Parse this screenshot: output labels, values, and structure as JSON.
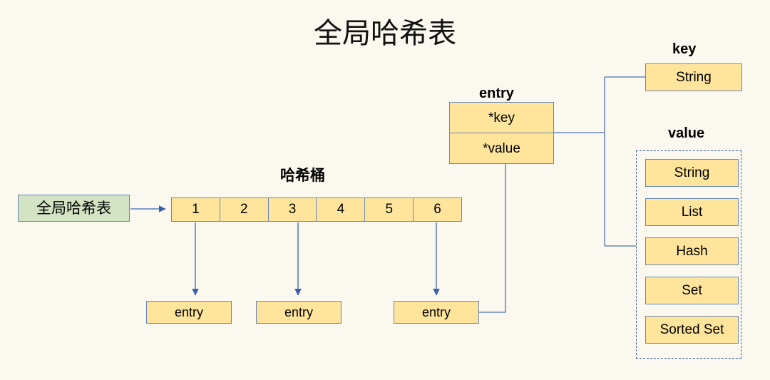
{
  "page": {
    "title": "全局哈希表",
    "background_color": "#FBF9EF"
  },
  "colors": {
    "box_fill": "#FFE49C",
    "box_border": "#6987B5",
    "green_fill": "#D3E3C3",
    "connector": "#6987B5",
    "dashed_border": "#3C5FA8"
  },
  "global_table": {
    "label": "全局哈希表"
  },
  "bucket": {
    "label": "哈希桶",
    "cells": [
      "1",
      "2",
      "3",
      "4",
      "5",
      "6"
    ]
  },
  "entries": [
    {
      "label": "entry"
    },
    {
      "label": "entry"
    },
    {
      "label": "entry"
    }
  ],
  "entry_struct": {
    "label": "entry",
    "fields": [
      {
        "name": "*key"
      },
      {
        "name": "*value"
      }
    ]
  },
  "key_group": {
    "label": "key",
    "types": [
      "String"
    ]
  },
  "value_group": {
    "label": "value",
    "types": [
      "String",
      "List",
      "Hash",
      "Set",
      "Sorted Set"
    ]
  }
}
